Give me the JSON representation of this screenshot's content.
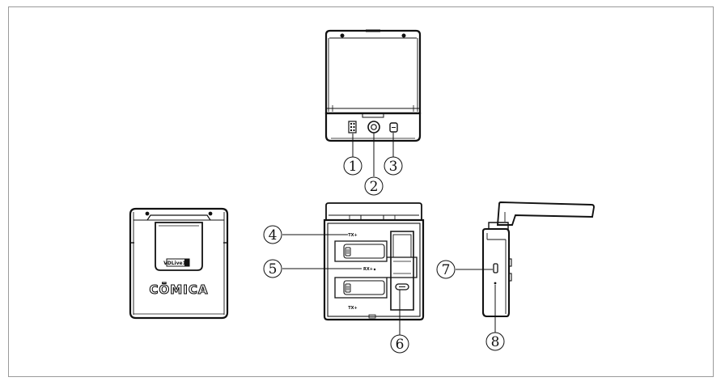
{
  "brand": {
    "logo_text": "CŌMICA",
    "badge_text": "VDLive10"
  },
  "markings": {
    "tx_top": "TX+",
    "rx_mid": "RX+",
    "tx_bottom": "TX+"
  },
  "callouts": [
    {
      "id": "1",
      "label": "①"
    },
    {
      "id": "2",
      "label": "②"
    },
    {
      "id": "3",
      "label": "③"
    },
    {
      "id": "4",
      "label": "④"
    },
    {
      "id": "5",
      "label": "⑤"
    },
    {
      "id": "6",
      "label": "⑥"
    },
    {
      "id": "7",
      "label": "⑦"
    },
    {
      "id": "8",
      "label": "⑧"
    }
  ],
  "colors": {
    "stroke": "#111111",
    "frame": "#9a9a9a",
    "background": "#ffffff"
  }
}
